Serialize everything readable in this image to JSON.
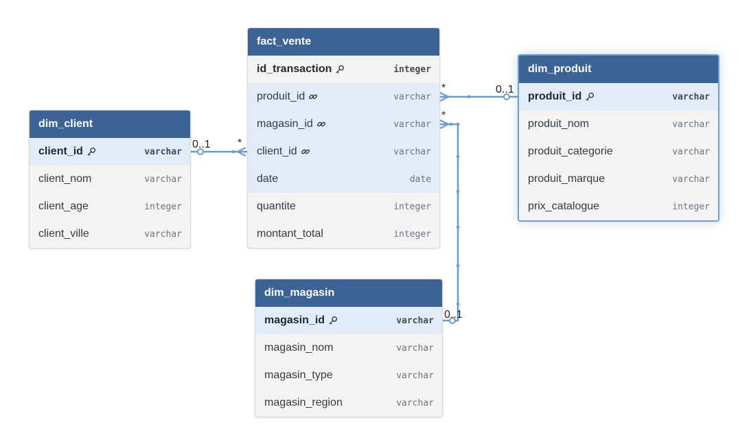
{
  "tables": [
    {
      "id": "fact_vente",
      "title": "fact_vente",
      "fields": [
        {
          "name": "id_transaction",
          "type": "integer",
          "pk": true,
          "fk": false,
          "highlight": false
        },
        {
          "name": "produit_id",
          "type": "varchar",
          "pk": false,
          "fk": true,
          "highlight": true
        },
        {
          "name": "magasin_id",
          "type": "varchar",
          "pk": false,
          "fk": true,
          "highlight": true
        },
        {
          "name": "client_id",
          "type": "varchar",
          "pk": false,
          "fk": true,
          "highlight": true
        },
        {
          "name": "date",
          "type": "date",
          "pk": false,
          "fk": false,
          "highlight": true
        },
        {
          "name": "quantite",
          "type": "integer",
          "pk": false,
          "fk": false,
          "highlight": false
        },
        {
          "name": "montant_total",
          "type": "integer",
          "pk": false,
          "fk": false,
          "highlight": false
        }
      ]
    },
    {
      "id": "dim_produit",
      "title": "dim_produit",
      "selected": true,
      "fields": [
        {
          "name": "produit_id",
          "type": "varchar",
          "pk": true,
          "fk": false,
          "highlight": true
        },
        {
          "name": "produit_nom",
          "type": "varchar",
          "pk": false,
          "fk": false,
          "highlight": false
        },
        {
          "name": "produit_categorie",
          "type": "varchar",
          "pk": false,
          "fk": false,
          "highlight": false
        },
        {
          "name": "produit_marque",
          "type": "varchar",
          "pk": false,
          "fk": false,
          "highlight": false
        },
        {
          "name": "prix_catalogue",
          "type": "integer",
          "pk": false,
          "fk": false,
          "highlight": false
        }
      ]
    },
    {
      "id": "dim_client",
      "title": "dim_client",
      "fields": [
        {
          "name": "client_id",
          "type": "varchar",
          "pk": true,
          "fk": false,
          "highlight": true
        },
        {
          "name": "client_nom",
          "type": "varchar",
          "pk": false,
          "fk": false,
          "highlight": false
        },
        {
          "name": "client_age",
          "type": "integer",
          "pk": false,
          "fk": false,
          "highlight": false
        },
        {
          "name": "client_ville",
          "type": "varchar",
          "pk": false,
          "fk": false,
          "highlight": false
        }
      ]
    },
    {
      "id": "dim_magasin",
      "title": "dim_magasin",
      "fields": [
        {
          "name": "magasin_id",
          "type": "varchar",
          "pk": true,
          "fk": false,
          "highlight": true
        },
        {
          "name": "magasin_nom",
          "type": "varchar",
          "pk": false,
          "fk": false,
          "highlight": false
        },
        {
          "name": "magasin_type",
          "type": "varchar",
          "pk": false,
          "fk": false,
          "highlight": false
        },
        {
          "name": "magasin_region",
          "type": "varchar",
          "pk": false,
          "fk": false,
          "highlight": false
        }
      ]
    }
  ],
  "relations": [
    {
      "from": "fact_vente.produit_id",
      "to": "dim_produit.produit_id",
      "from_card": "*",
      "to_card": "0..1"
    },
    {
      "from": "fact_vente.magasin_id",
      "to": "dim_magasin.magasin_id",
      "from_card": "*",
      "to_card": "0..1"
    },
    {
      "from": "fact_vente.client_id",
      "to": "dim_client.client_id",
      "from_card": "*",
      "to_card": "0..1"
    }
  ],
  "colors": {
    "header": "#3c6396",
    "highlight_row": "#e1ecf6",
    "line": "#6a9bcf",
    "selected_border": "#6d9fd3"
  },
  "icons": {
    "primary_key": "key-icon",
    "foreign_key": "link-icon"
  }
}
